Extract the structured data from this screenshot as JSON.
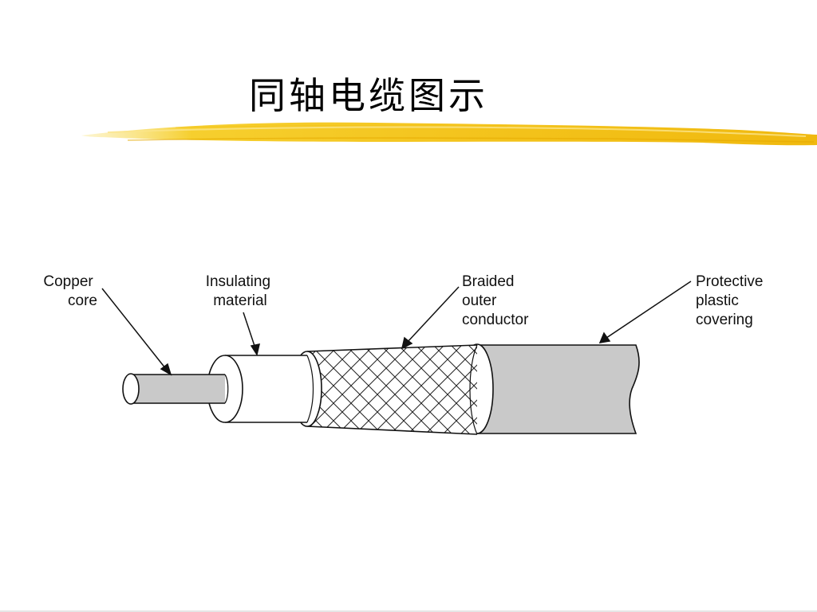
{
  "slide": {
    "title": "同轴电缆图示"
  },
  "diagram": {
    "labels": {
      "copper_core": [
        "Copper",
        "core"
      ],
      "insulating_material": [
        "Insulating",
        "material"
      ],
      "braided_outer_conductor": [
        "Braided",
        "outer",
        "conductor"
      ],
      "protective_plastic_covering": [
        "Protective",
        "plastic",
        "covering"
      ]
    }
  },
  "colors": {
    "brush_stroke": "#f5c518",
    "cable_gray": "#c9c9c9",
    "outline": "#111111"
  }
}
